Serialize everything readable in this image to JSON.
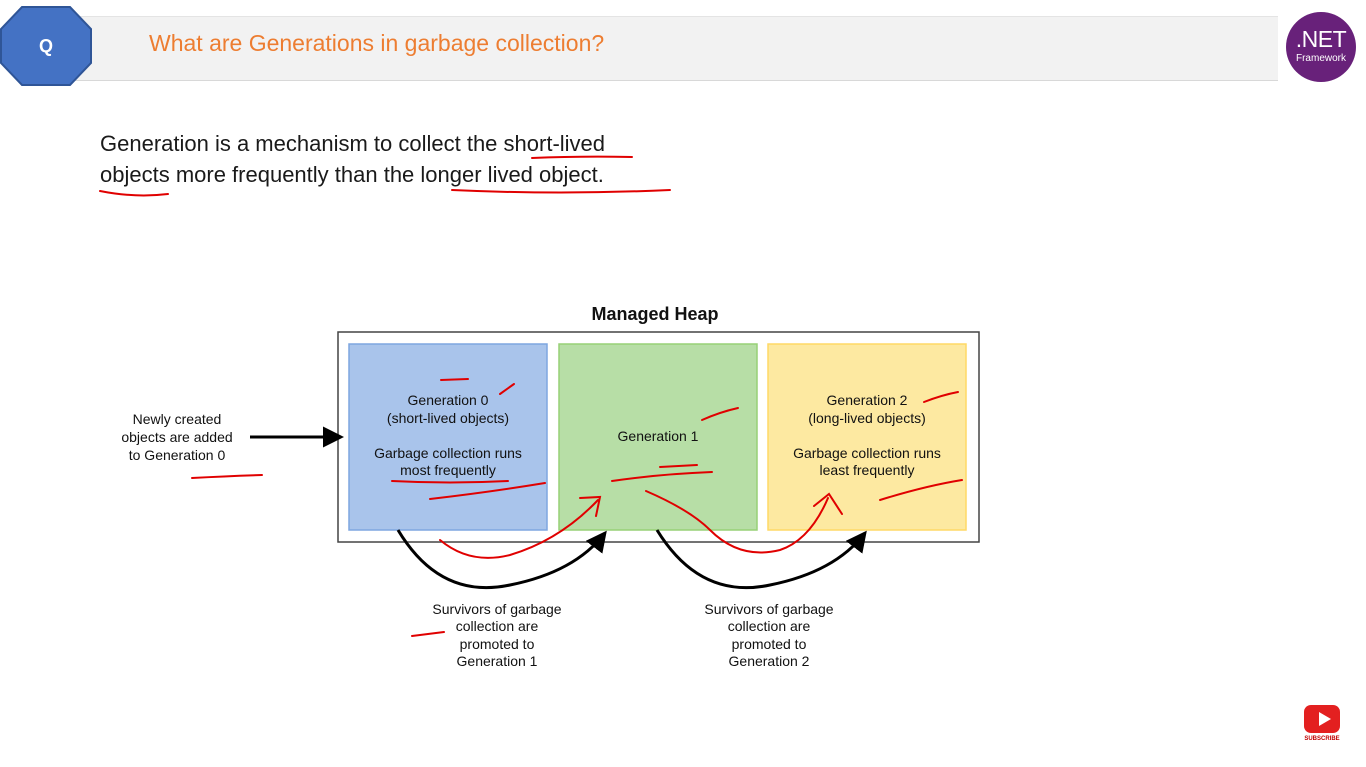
{
  "header": {
    "badge_label": "Q",
    "title": "What are Generations in garbage collection?",
    "logo_main": ".NET",
    "logo_sub": "Framework"
  },
  "intro": {
    "text_lines": [
      "Generation is a mechanism to collect the short-lived",
      "objects more frequently than the longer lived object."
    ]
  },
  "diagram": {
    "title": "Managed Heap",
    "left_note": [
      "Newly created",
      "objects are added",
      "to Generation 0"
    ],
    "generations": [
      {
        "name": "Generation 0",
        "subtitle": "(short-lived objects)",
        "note": [
          "Garbage collection runs",
          "most frequently"
        ],
        "fill": "#a9c4eb",
        "stroke": "#7ea6e0"
      },
      {
        "name": "Generation 1",
        "subtitle": "",
        "note": [],
        "fill": "#b7dea6",
        "stroke": "#97d077"
      },
      {
        "name": "Generation 2",
        "subtitle": "(long-lived objects)",
        "note": [
          "Garbage collection runs",
          "least frequently"
        ],
        "fill": "#fde9a1",
        "stroke": "#ffd966"
      }
    ],
    "promotions": [
      {
        "text": [
          "Survivors of garbage",
          "collection are",
          "promoted to",
          "Generation 1"
        ]
      },
      {
        "text": [
          "Survivors of garbage",
          "collection are",
          "promoted to",
          "Generation 2"
        ]
      }
    ]
  },
  "footer": {
    "subscribe_label": "SUBSCRIBE"
  },
  "colors": {
    "title_orange": "#ed7d31",
    "badge_blue": "#4472c4",
    "net_purple": "#68217a",
    "annotation_red": "#e00000"
  }
}
